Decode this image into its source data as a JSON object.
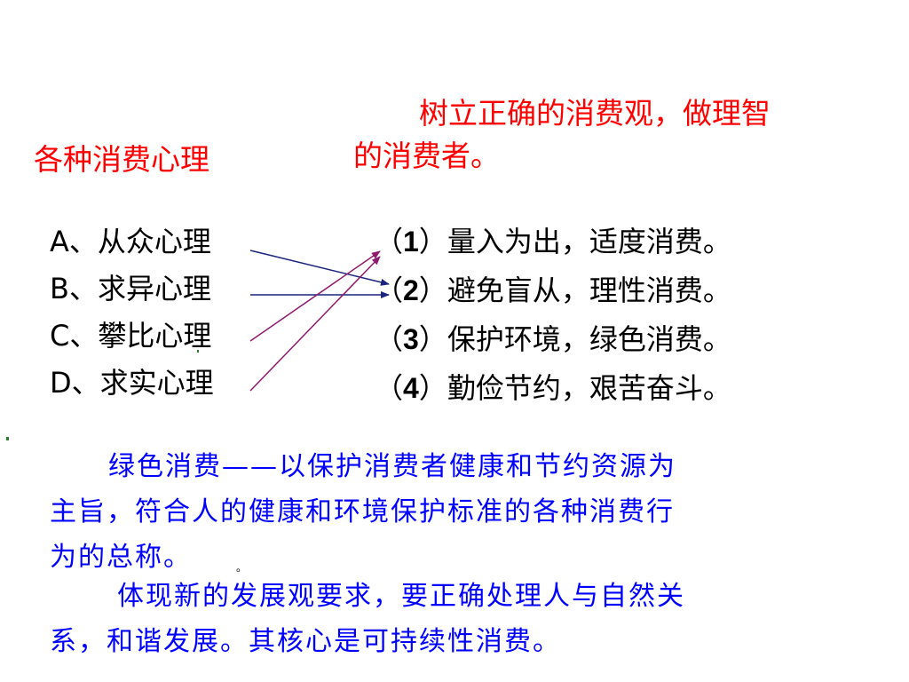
{
  "heading_right": {
    "line1": "树立正确的消费观，做理智",
    "line2": "的消费者。"
  },
  "heading_left": "各种消费心理",
  "left_items": [
    "A、从众心理",
    "B、求异心理",
    "C、攀比心理",
    "D、求实心理"
  ],
  "right_items": [
    {
      "num": "1",
      "text": "量入为出，适度消费。"
    },
    {
      "num": "2",
      "text": "避免盲从，理性消费。"
    },
    {
      "num": "3",
      "text": "保护环境，绿色消费。"
    },
    {
      "num": "4",
      "text": "勤俭节约，艰苦奋斗。"
    }
  ],
  "paragraph1": {
    "line1": "绿色消费——以保护消费者健康和节约资源为",
    "line2": "主旨，符合人的健康和环境保护标准的各种消费行",
    "line3": "为的总称。"
  },
  "paragraph2": {
    "line1": "体现新的发展观要求，要正确处理人与自然关",
    "line2": "系，和谐发展。其核心是可持续性消费。"
  },
  "small_mark": "。",
  "colors": {
    "heading": "#ff0000",
    "body_text": "#000000",
    "paragraph": "#0000ff",
    "arrow_navy": "#1a237e",
    "arrow_purple": "#8e1a6e"
  }
}
